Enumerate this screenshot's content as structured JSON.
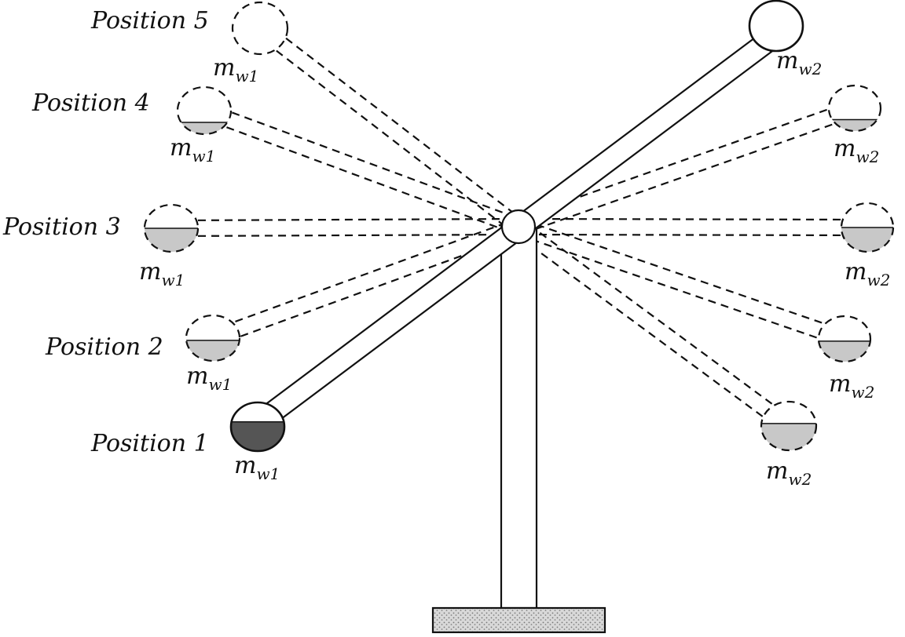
{
  "positions": [
    {
      "label": "Position 1",
      "mass_label": "m",
      "mass_subscript": "w1",
      "fill_level": 0.6
    },
    {
      "label": "Position 2",
      "mass_label": "m",
      "mass_subscript": "w1",
      "fill_level": 0.45
    },
    {
      "label": "Position 3",
      "mass_label": "m",
      "mass_subscript": "w1",
      "fill_level": 0.5
    },
    {
      "label": "Position 4",
      "mass_label": "m",
      "mass_subscript": "w1",
      "fill_level": 0.25
    },
    {
      "label": "Position 5",
      "mass_label": "m",
      "mass_subscript": "w1",
      "fill_level": 0
    }
  ],
  "counterweights": [
    {
      "mass_label": "m",
      "mass_subscript": "w2",
      "fill_level": 0
    },
    {
      "mass_label": "m",
      "mass_subscript": "w2",
      "fill_level": 0.25
    },
    {
      "mass_label": "m",
      "mass_subscript": "w2",
      "fill_level": 0.5
    },
    {
      "mass_label": "m",
      "mass_subscript": "w2",
      "fill_level": 0.45
    },
    {
      "mass_label": "m",
      "mass_subscript": "w2",
      "fill_level": 0.55
    }
  ],
  "colors": {
    "line": "#111111",
    "fill_dark": "#555555",
    "fill_light": "#c8c8c8",
    "base_pattern": "#b5b5b5"
  }
}
